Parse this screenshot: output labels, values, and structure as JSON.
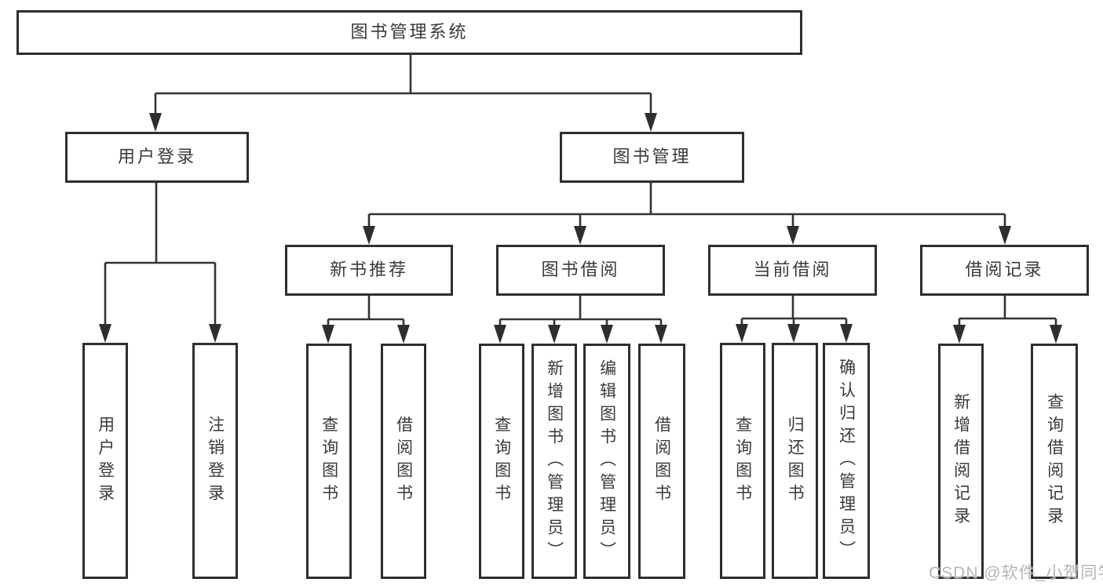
{
  "watermark": {
    "text": "CSDN @软件_小贺同学",
    "color": "#b5b5b5"
  },
  "colors": {
    "box_border": "#2e2e2e",
    "connector_line": "#333333",
    "text": "#3a3a3a",
    "background": "#ffffff"
  },
  "nodes": {
    "root": {
      "label": "图书管理系统"
    },
    "level2": [
      {
        "label": "用户登录"
      },
      {
        "label": "图书管理"
      }
    ],
    "level3": [
      {
        "label": "新书推荐"
      },
      {
        "label": "图书借阅"
      },
      {
        "label": "当前借阅"
      },
      {
        "label": "借阅记录"
      }
    ],
    "level4": {
      "user_login": [
        {
          "label": "用户登录"
        },
        {
          "label": "注销登录"
        }
      ],
      "new_book_rec": [
        {
          "label": "查询图书"
        },
        {
          "label": "借阅图书"
        }
      ],
      "book_borrow": [
        {
          "label": "查询图书"
        },
        {
          "label": "新增图书（管理员）"
        },
        {
          "label": "编辑图书（管理员）"
        },
        {
          "label": "借阅图书"
        }
      ],
      "current_borrow": [
        {
          "label": "查询图书"
        },
        {
          "label": "归还图书"
        },
        {
          "label": "确认归还（管理员）"
        }
      ],
      "borrow_record": [
        {
          "label": "新增借阅记录"
        },
        {
          "label": "查询借阅记录"
        }
      ]
    }
  }
}
